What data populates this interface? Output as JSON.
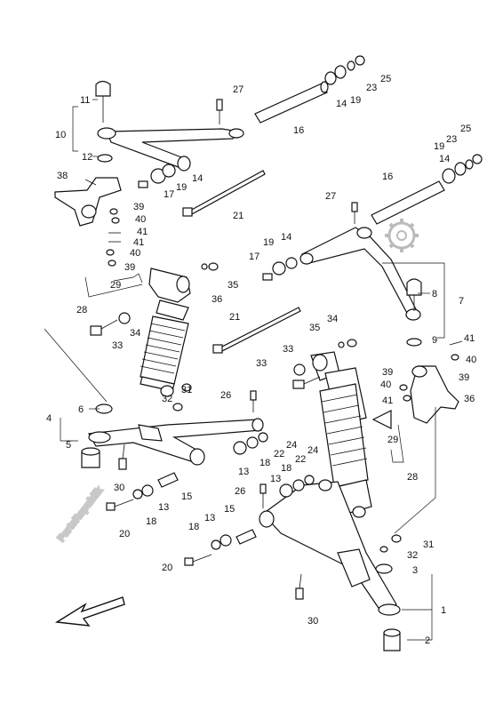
{
  "watermark": "PartsRepublik",
  "direction_arrow": "front-arrow-icon",
  "gear_icon": "gear-icon",
  "callouts": [
    {
      "id": "c1",
      "label": "1"
    },
    {
      "id": "c2",
      "label": "2"
    },
    {
      "id": "c3",
      "label": "3"
    },
    {
      "id": "c4",
      "label": "4"
    },
    {
      "id": "c5",
      "label": "5"
    },
    {
      "id": "c6",
      "label": "6"
    },
    {
      "id": "c7",
      "label": "7"
    },
    {
      "id": "c8",
      "label": "8"
    },
    {
      "id": "c9",
      "label": "9"
    },
    {
      "id": "c10",
      "label": "10"
    },
    {
      "id": "c11",
      "label": "11"
    },
    {
      "id": "c12",
      "label": "12"
    },
    {
      "id": "c13a",
      "label": "13"
    },
    {
      "id": "c13b",
      "label": "13"
    },
    {
      "id": "c13c",
      "label": "13"
    },
    {
      "id": "c13d",
      "label": "13"
    },
    {
      "id": "c14a",
      "label": "14"
    },
    {
      "id": "c14b",
      "label": "14"
    },
    {
      "id": "c14c",
      "label": "14"
    },
    {
      "id": "c14d",
      "label": "14"
    },
    {
      "id": "c15a",
      "label": "15"
    },
    {
      "id": "c15b",
      "label": "15"
    },
    {
      "id": "c16a",
      "label": "16"
    },
    {
      "id": "c16b",
      "label": "16"
    },
    {
      "id": "c17a",
      "label": "17"
    },
    {
      "id": "c17b",
      "label": "17"
    },
    {
      "id": "c18a",
      "label": "18"
    },
    {
      "id": "c18b",
      "label": "18"
    },
    {
      "id": "c18c",
      "label": "18"
    },
    {
      "id": "c18d",
      "label": "18"
    },
    {
      "id": "c19a",
      "label": "19"
    },
    {
      "id": "c19b",
      "label": "19"
    },
    {
      "id": "c19c",
      "label": "19"
    },
    {
      "id": "c19d",
      "label": "19"
    },
    {
      "id": "c20a",
      "label": "20"
    },
    {
      "id": "c20b",
      "label": "20"
    },
    {
      "id": "c21a",
      "label": "21"
    },
    {
      "id": "c21b",
      "label": "21"
    },
    {
      "id": "c22a",
      "label": "22"
    },
    {
      "id": "c22b",
      "label": "22"
    },
    {
      "id": "c23a",
      "label": "23"
    },
    {
      "id": "c23b",
      "label": "23"
    },
    {
      "id": "c24a",
      "label": "24"
    },
    {
      "id": "c24b",
      "label": "24"
    },
    {
      "id": "c25a",
      "label": "25"
    },
    {
      "id": "c25b",
      "label": "25"
    },
    {
      "id": "c26a",
      "label": "26"
    },
    {
      "id": "c26b",
      "label": "26"
    },
    {
      "id": "c27a",
      "label": "27"
    },
    {
      "id": "c27b",
      "label": "27"
    },
    {
      "id": "c28a",
      "label": "28"
    },
    {
      "id": "c28b",
      "label": "28"
    },
    {
      "id": "c29a",
      "label": "29"
    },
    {
      "id": "c29b",
      "label": "29"
    },
    {
      "id": "c30a",
      "label": "30"
    },
    {
      "id": "c30b",
      "label": "30"
    },
    {
      "id": "c31a",
      "label": "31"
    },
    {
      "id": "c31b",
      "label": "31"
    },
    {
      "id": "c32a",
      "label": "32"
    },
    {
      "id": "c32b",
      "label": "32"
    },
    {
      "id": "c33a",
      "label": "33"
    },
    {
      "id": "c33b",
      "label": "33"
    },
    {
      "id": "c33c",
      "label": "33"
    },
    {
      "id": "c34a",
      "label": "34"
    },
    {
      "id": "c34b",
      "label": "34"
    },
    {
      "id": "c35a",
      "label": "35"
    },
    {
      "id": "c35b",
      "label": "35"
    },
    {
      "id": "c36a",
      "label": "36"
    },
    {
      "id": "c36b",
      "label": "36"
    },
    {
      "id": "c38",
      "label": "38"
    },
    {
      "id": "c39a",
      "label": "39"
    },
    {
      "id": "c39b",
      "label": "39"
    },
    {
      "id": "c39c",
      "label": "39"
    },
    {
      "id": "c39d",
      "label": "39"
    },
    {
      "id": "c40a",
      "label": "40"
    },
    {
      "id": "c40b",
      "label": "40"
    },
    {
      "id": "c40c",
      "label": "40"
    },
    {
      "id": "c40d",
      "label": "40"
    },
    {
      "id": "c41a",
      "label": "41"
    },
    {
      "id": "c41b",
      "label": "41"
    },
    {
      "id": "c41c",
      "label": "41"
    },
    {
      "id": "c41d",
      "label": "41"
    }
  ]
}
